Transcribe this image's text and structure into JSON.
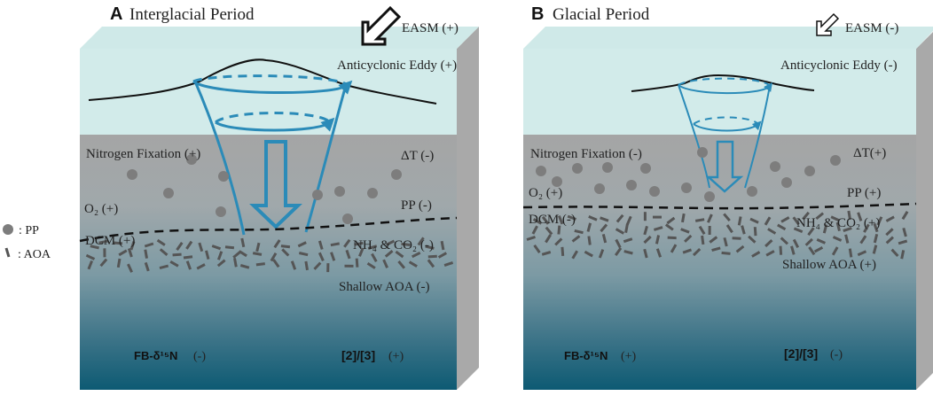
{
  "panel_a": {
    "letter": "A",
    "title": "Interglacial Period",
    "easm": "EASM (+)",
    "eddy": "Anticyclonic Eddy (+)",
    "nitrogen_fixation": "Nitrogen Fixation (+)",
    "delta_t": "ΔT (-)",
    "o2": "O₂ (+)",
    "pp": "PP (-)",
    "dcm": "DCM (+)",
    "nh4_co2": "NH₄ & CO₂ (-)",
    "shallow_aoa": "Shallow AOA (-)",
    "fb_label": "FB-δ¹⁵N",
    "fb_sign": "(-)",
    "ratio_label": "[2]/[3]",
    "ratio_sign": "(+)"
  },
  "panel_b": {
    "letter": "B",
    "title": "Glacial Period",
    "easm": "EASM (-)",
    "eddy": "Anticyclonic Eddy (-)",
    "nitrogen_fixation": "Nitrogen Fixation (-)",
    "delta_t": "ΔT(+)",
    "o2": "O₂ (+)",
    "pp": "PP (+)",
    "dcm": "DCM (-)",
    "nh4_co2": "NH₄ & CO₂ (+)",
    "shallow_aoa": "Shallow AOA (+)",
    "fb_label": "FB-δ¹⁵N",
    "fb_sign": "(+)",
    "ratio_label": "[2]/[3]",
    "ratio_sign": "(-)"
  },
  "legend": {
    "pp": ": PP",
    "aoa": ": AOA"
  },
  "colors": {
    "eddy_blue": "#2b8bb8",
    "surface": "#d2ebea",
    "side_face": "#a9a9a9",
    "dot": "#7d7d7d",
    "dash": "#555555"
  }
}
